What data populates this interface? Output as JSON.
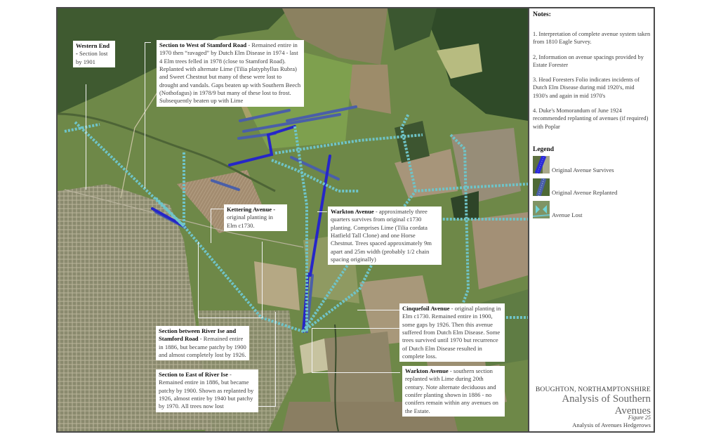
{
  "map": {
    "callouts": [
      {
        "id": "western-end",
        "title": "Western End -",
        "text": "Section lost by 1901"
      },
      {
        "id": "west-stamford",
        "title": "Section to West of Stamford Road",
        "text": " - Remained entire in 1970 then “ravaged” by Dutch Elm Disease in 1974 - last 4 Elm trees felled in 1978 (close to Stamford Road). Replanted with alternate Lime (Tilia platyphyllus Rubra) and Sweet Chestnut but many of these were lost to drought and vandals. Gaps beaten up with Southern Beech (Nothofagus) in 1978/9 but many of these lost to frost. Subsequently beaten up with Lime"
      },
      {
        "id": "kettering",
        "title": "Kettering Avenue -",
        "text": "original planting in Elm c1730."
      },
      {
        "id": "warkton-north",
        "title": "Warkton Avenue",
        "text": " - approximately three quarters survives from original c1730 planting. Comprises Lime (Tilia cordata Hatfield Tall Clone) and one Horse Chestnut. Trees spaced approximately 9m apart and 25m width (probably 1/2 chain spacing originally)"
      },
      {
        "id": "river-ise-stamford",
        "title": "Section between River Ise and Stamford Road",
        "text": " - Remained entire in 1886, but became patchy by 1900 and almost completely lost by 1926."
      },
      {
        "id": "east-river-ise",
        "title": "Section to East of River Ise",
        "text": " - Remained entire in 1886, but became patchy by 1900. Shown as replanted by 1926, almost entire by 1940 but patchy by 1970. All trees now lost"
      },
      {
        "id": "cinquefoil",
        "title": "Cinquefoil Avenue",
        "text": " - original planting in Elm c1730. Remained entire in 1900, some gaps by 1926. Then this avenue suffered from Dutch Elm Disease. Some trees survived until 1970 but recurrence of Dutch Elm Disease resulted in complete loss."
      },
      {
        "id": "warkton-south",
        "title": "Warkton Avenue",
        "text": " - southern section replanted with Lime during 20th century. Note alternate deciduous and conifer planting shown in 1886 - no conifers remain within any avenues on the Estate."
      }
    ],
    "colors": {
      "survives": "#2a2ac8",
      "replanted": "#4a5fa8",
      "lost": "#6fc4c8"
    }
  },
  "sidebar": {
    "notes_title": "Notes:",
    "notes": [
      "1. Interpretation of complete avenue system taken from 1810 Eagle Survey.",
      "2, Information on avenue spacings provided by Estate Forester",
      "3. Head Foresters Folio indicates incidents of Dutch Elm Disease during mid 1920's, mid 1930's and again in mid 1970's",
      "4. Duke's Momorandum of June 1924 recommended replanting of avenues (if required) with Poplar"
    ],
    "legend_title": "Legend",
    "legend": [
      {
        "label": "Original Avenue Survives",
        "icon": "avenue-survives-swatch"
      },
      {
        "label": "Original Avenue Replanted",
        "icon": "avenue-replanted-swatch"
      },
      {
        "label": "Avenue Lost",
        "icon": "avenue-lost-swatch"
      }
    ],
    "place": "BOUGHTON, NORTHAMPTONSHIRE",
    "figure_title": "Analysis of Southern Avenues",
    "figure_number": "Figure 25",
    "figure_caption": "Analysis of Avenues Hedgerows"
  }
}
